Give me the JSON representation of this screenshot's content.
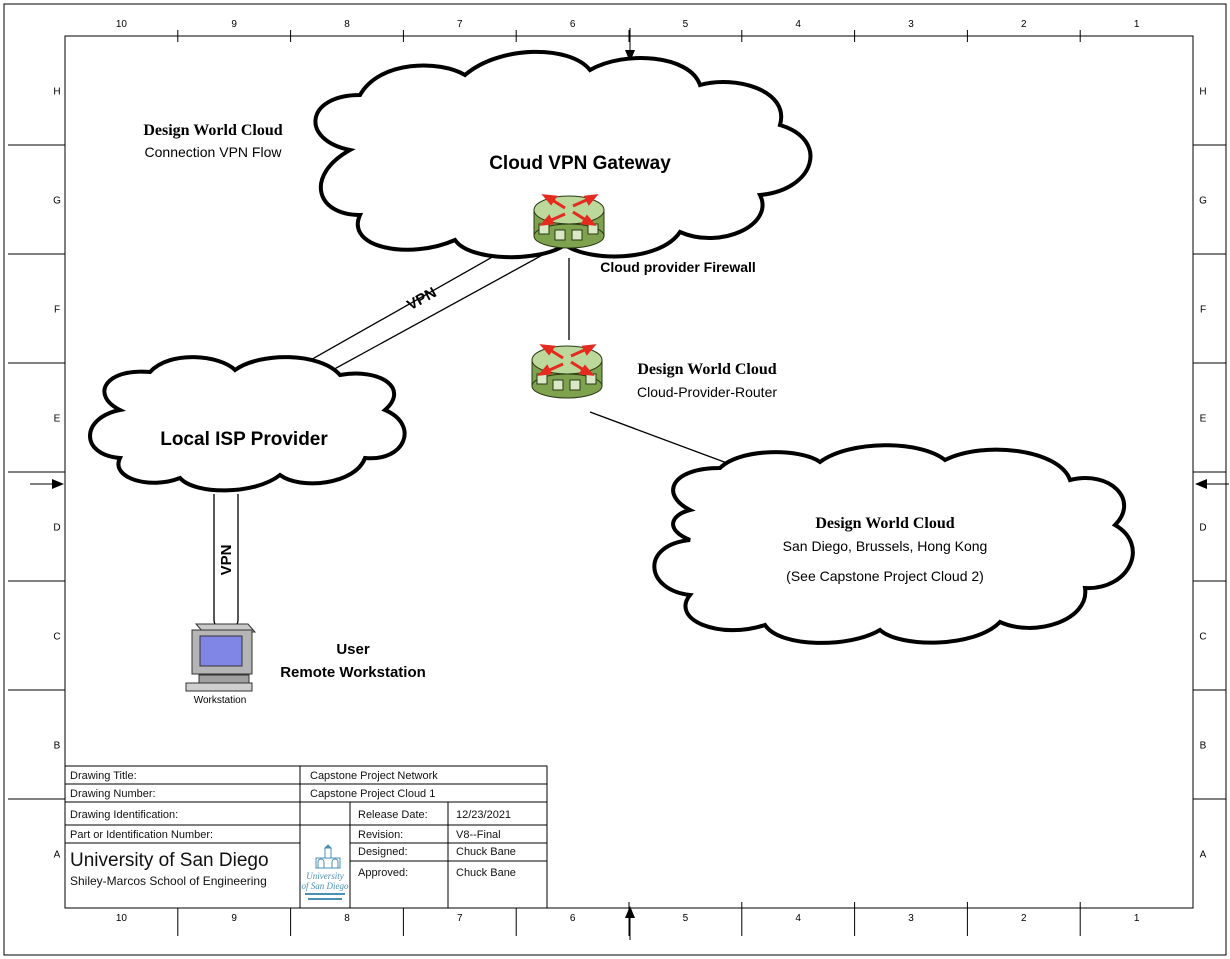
{
  "colors": {
    "line": "#000000",
    "device_top": "#bcd89a",
    "device_side": "#7fa24e",
    "arrow": "#e52a1f",
    "screen": "#7f86e6"
  },
  "grid": {
    "columns": [
      "10",
      "9",
      "8",
      "7",
      "6",
      "5",
      "4",
      "3",
      "2",
      "1"
    ],
    "rows": [
      "H",
      "G",
      "F",
      "E",
      "D",
      "C",
      "B",
      "A"
    ]
  },
  "header": {
    "title": "Design World Cloud",
    "subtitle": "Connection VPN Flow"
  },
  "nodes": {
    "gateway_cloud": "Cloud VPN Gateway",
    "firewall": "Cloud provider Firewall",
    "router_title": "Design World Cloud",
    "router_name": "Cloud-Provider-Router",
    "isp_cloud": "Local ISP Provider",
    "remote_cloud_title": "Design World Cloud",
    "remote_cloud_sites": "San Diego, Brussels, Hong Kong",
    "remote_cloud_note": "(See Capstone Project Cloud 2)",
    "user_line1": "User",
    "user_line2": "Remote Workstation",
    "workstation_caption": "Workstation"
  },
  "links": {
    "vpn_upper": "VPN",
    "vpn_lower": "VPN"
  },
  "title_block": {
    "drawing_title_label": "Drawing Title:",
    "drawing_title": "Capstone Project Network",
    "drawing_number_label": "Drawing Number:",
    "drawing_number": "Capstone Project Cloud 1",
    "drawing_id_label": "Drawing Identification:",
    "release_date_label": "Release Date:",
    "release_date": "12/23/2021",
    "part_number_label": "Part or Identification Number:",
    "revision_label": "Revision:",
    "revision": "V8--Final",
    "designed_label": "Designed:",
    "designed": "Chuck Bane",
    "approved_label": "Approved:",
    "approved": "Chuck Bane",
    "university": "University of San Diego",
    "school": "Shiley-Marcos School of Engineering",
    "logo_text_1": "University",
    "logo_text_2": "of San Diego"
  }
}
